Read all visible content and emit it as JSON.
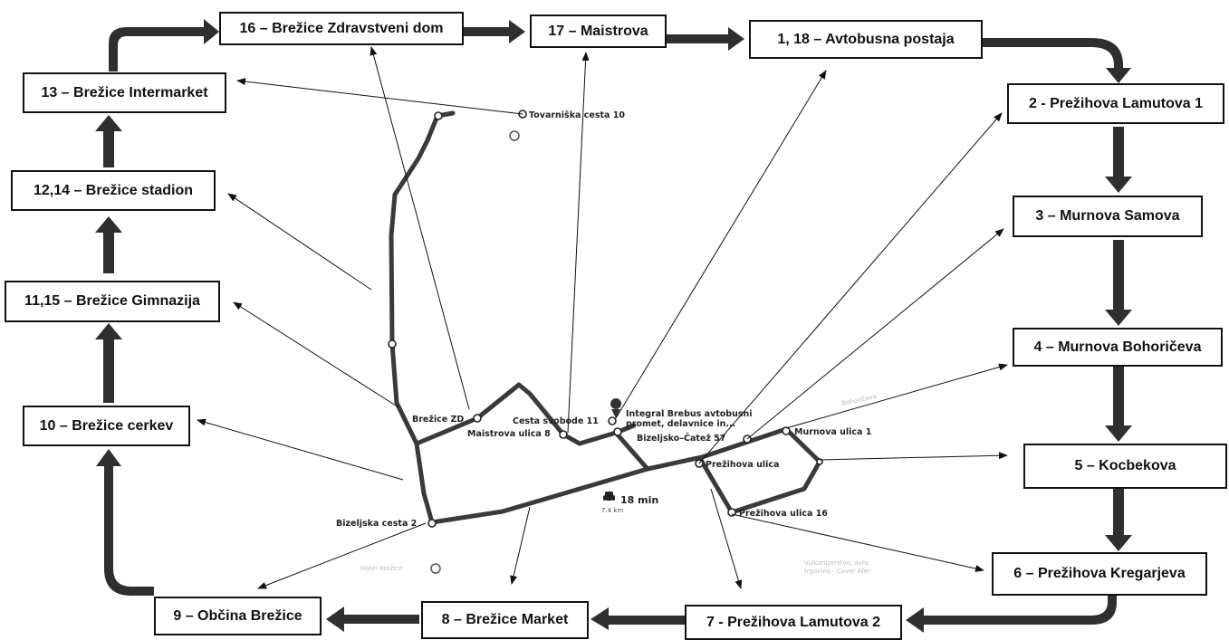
{
  "stops": {
    "s16": "16 – Brežice Zdravstveni dom",
    "s17": "17 – Maistrova",
    "s1_18": "1, 18 –  Avtobusna postaja",
    "s2": "2 - Prežihova Lamutova 1",
    "s3": "3 – Murnova Samova",
    "s4": "4 – Murnova Bohoričeva",
    "s5": "5 – Kocbekova",
    "s6": "6 – Prežihova Kregarjeva",
    "s7": "7 - Prežihova Lamutova 2",
    "s8": "8 – Brežice Market",
    "s9": "9 – Občina Brežice",
    "s10": "10 – Brežice cerkev",
    "s11_15": "11,15 – Brežice Gimnazija",
    "s12_14": "12,14 – Brežice stadion",
    "s13": "13 – Brežice Intermarket"
  },
  "map_labels": {
    "tovarniska": "Tovarniška cesta 10",
    "brezice_zd": "Brežice ZD",
    "cesta_svobode": "Cesta svobode 11",
    "integral_1": "Integral Brebus avtobusni",
    "integral_2": "promet, delavnice in...",
    "maistrova_ulica": "Maistrova ulica 8",
    "bizeljsko_catez": "Bizeljsko–Čatež 57",
    "murnova_ulica": "Murnova ulica 1",
    "prezihova_ulica": "Prežihova ulica",
    "prezihova_ulica_16": "Prežihova ulica 16",
    "bizeljska_cesta": "Bizeljska cesta 2",
    "route_time": "18 min",
    "route_dist": "7.4 km",
    "faint_hotel": "Hotel Brežice",
    "faint_tehnika_1": "Vulkanizerstvo, avto",
    "faint_tehnika_2": "trgovina - Cover Afer",
    "faint_street": "Bohoričeva"
  },
  "colors": {
    "arrow": "#2f2f2f",
    "route": "#3a3a3a",
    "box_border": "#111111"
  }
}
